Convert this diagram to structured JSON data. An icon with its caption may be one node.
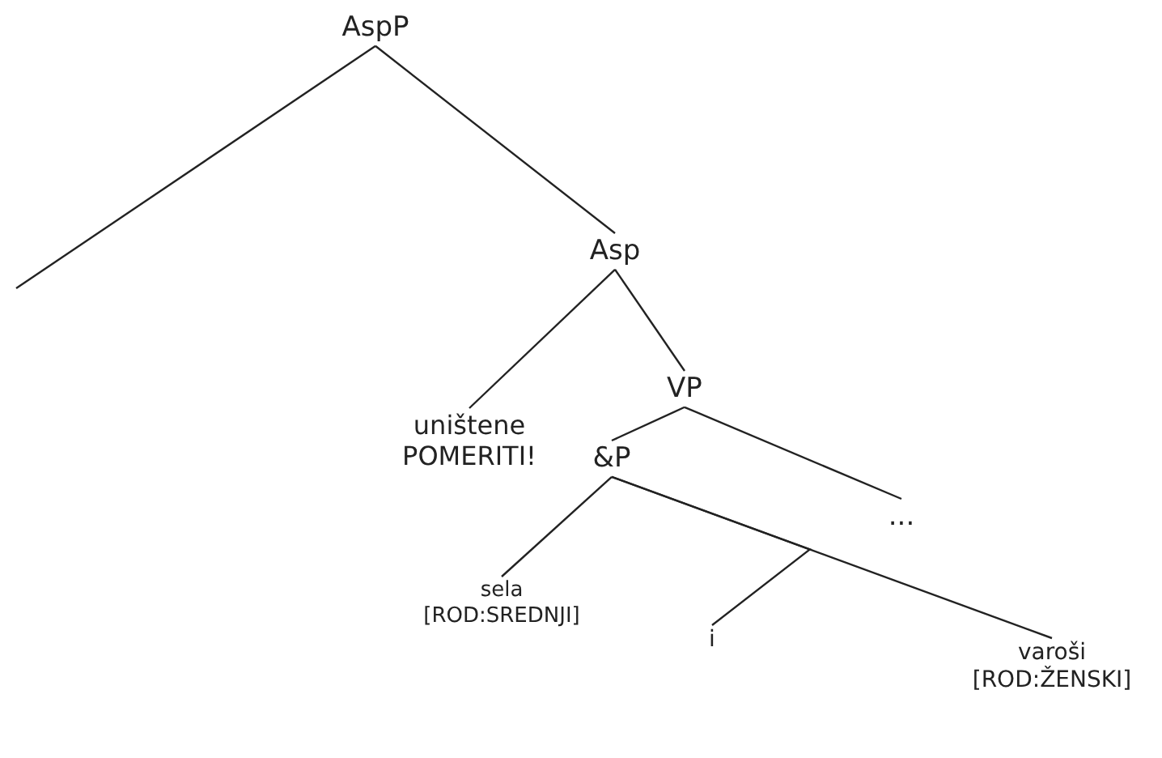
{
  "diagram": {
    "nodes": [
      {
        "text": [
          "AspP"
        ]
      },
      {
        "text": [
          "Asp"
        ]
      },
      {
        "text": [
          "uništene",
          "POMERITI!"
        ]
      },
      {
        "text": [
          "VP"
        ]
      },
      {
        "text": [
          "&P"
        ]
      },
      {
        "text": [
          "..."
        ]
      },
      {
        "text": [
          "sela",
          "[ROD:SREDNJI]"
        ]
      },
      {
        "text": [
          "i"
        ]
      },
      {
        "text": [
          "varoši",
          "[ROD:ŽENSKI]"
        ]
      }
    ],
    "edges": [
      {
        "from": 0,
        "to": null,
        "arrow": "none"
      },
      {
        "from": 0,
        "to": 1,
        "arrow": "none"
      },
      {
        "from": 1,
        "to": 2,
        "arrow": "none"
      },
      {
        "from": 1,
        "to": 3,
        "arrow": "none"
      },
      {
        "from": 3,
        "to": 4,
        "arrow": "none"
      },
      {
        "from": 3,
        "to": 5,
        "arrow": "none"
      },
      {
        "from": 4,
        "to": 6,
        "arrow": "none"
      },
      {
        "from": 4,
        "to": 7,
        "arrow": "none"
      },
      {
        "from": 4,
        "to": 8,
        "arrow": "none"
      }
    ]
  }
}
